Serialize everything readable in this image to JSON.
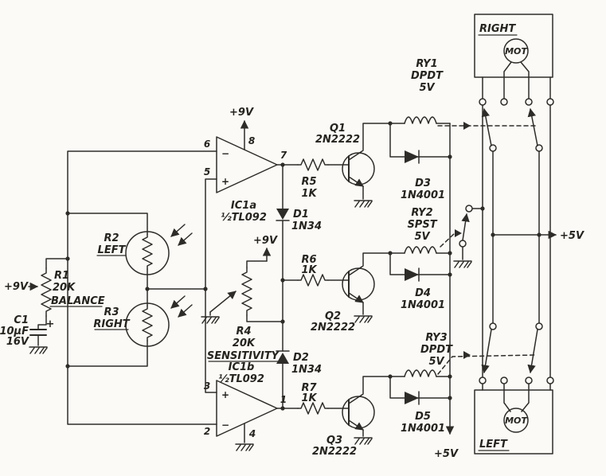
{
  "schematic": {
    "power": {
      "v9_left": "+9V",
      "v9_opamp": "+9V",
      "v9_sensitivity": "+9V",
      "v5_rail": "+5V",
      "v5_contacts": "+5V"
    },
    "components": {
      "r1": {
        "ref": "R1",
        "value": "20K",
        "label": "BALANCE"
      },
      "c1": {
        "ref": "C1",
        "value": "10µF",
        "voltage": "16V",
        "polarity": "+"
      },
      "r2": {
        "ref": "R2",
        "label": "LEFT"
      },
      "r3": {
        "ref": "R3",
        "label": "RIGHT"
      },
      "r4": {
        "ref": "R4",
        "value": "20K",
        "label": "SENSITIVITY"
      },
      "r5": {
        "ref": "R5",
        "value": "1K"
      },
      "r6": {
        "ref": "R6",
        "value": "1K"
      },
      "r7": {
        "ref": "R7",
        "value": "1K"
      },
      "d1": {
        "ref": "D1",
        "value": "1N34"
      },
      "d2": {
        "ref": "D2",
        "value": "1N34"
      },
      "d3": {
        "ref": "D3",
        "value": "1N4001"
      },
      "d4": {
        "ref": "D4",
        "value": "1N4001"
      },
      "d5": {
        "ref": "D5",
        "value": "1N4001"
      },
      "q1": {
        "ref": "Q1",
        "value": "2N2222"
      },
      "q2": {
        "ref": "Q2",
        "value": "2N2222"
      },
      "q3": {
        "ref": "Q3",
        "value": "2N2222"
      },
      "ic1a": {
        "ref": "IC1a",
        "value": "½TL092",
        "pin_inv": "6",
        "pin_noninv": "5",
        "pin_vcc": "8",
        "pin_out": "7",
        "minus": "−",
        "plus": "+"
      },
      "ic1b": {
        "ref": "IC1b",
        "value": "½TL092",
        "pin_noninv": "3",
        "pin_inv": "2",
        "pin_gnd": "4",
        "pin_out": "1",
        "minus": "−",
        "plus": "+"
      },
      "ry1": {
        "ref": "RY1",
        "type": "DPDT",
        "value": "5V"
      },
      "ry2": {
        "ref": "RY2",
        "type": "SPST",
        "value": "5V"
      },
      "ry3": {
        "ref": "RY3",
        "type": "DPDT",
        "value": "5V"
      },
      "motor_right": {
        "label": "RIGHT",
        "text": "MOT"
      },
      "motor_left": {
        "label": "LEFT",
        "text": "MOT"
      }
    }
  }
}
